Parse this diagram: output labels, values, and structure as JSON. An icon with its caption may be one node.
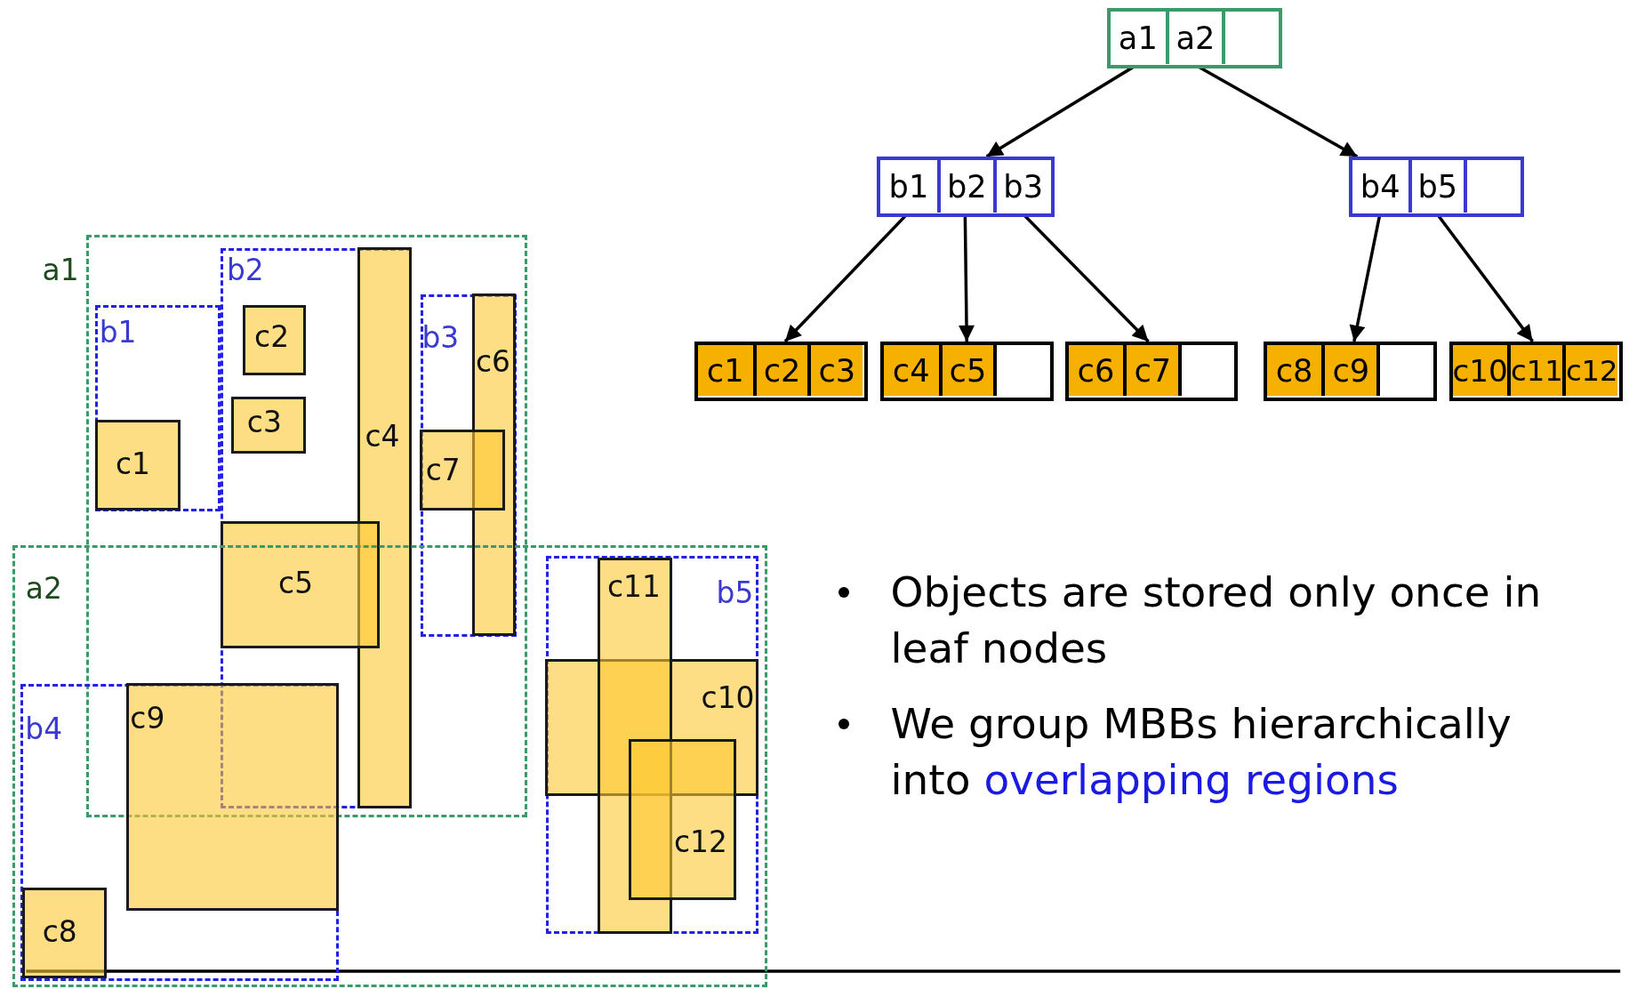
{
  "diagram": {
    "nodes": [
      {
        "text": [],
        "shape": "box"
      },
      {
        "text": [
          "a1"
        ],
        "in": 0
      },
      {
        "text": [
          "a2"
        ],
        "in": 0
      },
      {
        "text": [],
        "shape": "box",
        "in": 0
      },
      {
        "text": [],
        "shape": "box"
      },
      {
        "text": [
          "b1"
        ],
        "in": 4
      },
      {
        "text": [
          "b2"
        ],
        "in": 4
      },
      {
        "text": [
          "b3"
        ],
        "in": 4
      },
      {
        "text": [],
        "shape": "box"
      },
      {
        "text": [
          "b4"
        ],
        "in": 8
      },
      {
        "text": [
          "b5"
        ],
        "in": 8
      },
      {
        "text": [],
        "shape": "box",
        "in": 8
      },
      {
        "text": [],
        "shape": "box"
      },
      {
        "text": [
          "c1"
        ],
        "in": 12
      },
      {
        "text": [
          "c2"
        ],
        "in": 12
      },
      {
        "text": [
          "c3"
        ],
        "in": 12
      },
      {
        "text": [],
        "shape": "box"
      },
      {
        "text": [
          "c4"
        ],
        "in": 16
      },
      {
        "text": [
          "c5"
        ],
        "in": 16
      },
      {
        "text": [],
        "shape": "box",
        "in": 16
      },
      {
        "text": [],
        "shape": "box"
      },
      {
        "text": [
          "c6"
        ],
        "in": 20
      },
      {
        "text": [
          "c7"
        ],
        "in": 20
      },
      {
        "text": [],
        "shape": "box",
        "in": 20
      },
      {
        "text": [],
        "shape": "box"
      },
      {
        "text": [
          "c8"
        ],
        "in": 24
      },
      {
        "text": [
          "c9"
        ],
        "in": 24
      },
      {
        "text": [],
        "shape": "box",
        "in": 24
      },
      {
        "text": [],
        "shape": "box"
      },
      {
        "text": [
          "c10"
        ],
        "in": 28
      },
      {
        "text": [
          "c11"
        ],
        "in": 28
      },
      {
        "text": [
          "c12"
        ],
        "in": 28
      },
      {
        "text": [
          "a1"
        ]
      },
      {
        "text": [
          "b1"
        ],
        "in": 32
      },
      {
        "text": [
          "c1"
        ],
        "in": 33
      },
      {
        "text": [
          "b2"
        ],
        "in": 32
      },
      {
        "text": [
          "c2"
        ],
        "in": 35
      },
      {
        "text": [
          "c3"
        ],
        "in": 35
      },
      {
        "text": [
          "c4"
        ],
        "in": 35
      },
      {
        "text": [
          "c5"
        ],
        "in": 35
      },
      {
        "text": [
          "b3"
        ],
        "in": 32
      },
      {
        "text": [
          "c6"
        ],
        "in": 40
      },
      {
        "text": [
          "c7"
        ],
        "in": 40
      },
      {
        "text": [
          "a2"
        ]
      },
      {
        "text": [
          "b4"
        ],
        "in": 43
      },
      {
        "text": [
          "c8"
        ],
        "in": 44
      },
      {
        "text": [
          "c9"
        ],
        "in": 44
      },
      {
        "text": [
          "b5"
        ],
        "in": 43
      },
      {
        "text": [
          "c10"
        ],
        "in": 47
      },
      {
        "text": [
          "c11"
        ],
        "in": 47
      },
      {
        "text": [
          "c12"
        ],
        "in": 47
      }
    ],
    "edges": [
      {
        "from": 1,
        "to": 4,
        "arrow": "to"
      },
      {
        "from": 2,
        "to": 8,
        "arrow": "to"
      },
      {
        "from": 5,
        "to": 12,
        "arrow": "to"
      },
      {
        "from": 6,
        "to": 16,
        "arrow": "to"
      },
      {
        "from": 7,
        "to": 20,
        "arrow": "to"
      },
      {
        "from": 9,
        "to": 24,
        "arrow": "to"
      },
      {
        "from": 10,
        "to": 28,
        "arrow": "to"
      }
    ],
    "labels": [
      "Objects are stored only once in leaf nodes",
      "We group MBBs hierarchically into",
      "overlapping regions"
    ]
  }
}
